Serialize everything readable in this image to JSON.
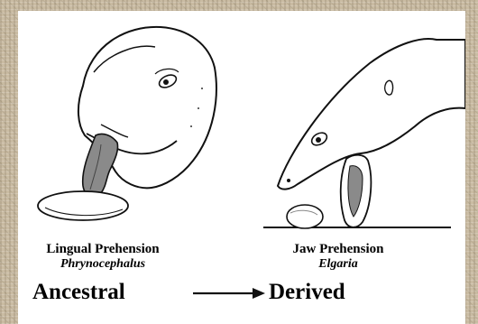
{
  "left_panel": {
    "title": "Lingual Prehension",
    "species": "Phrynocephalus"
  },
  "right_panel": {
    "title": "Jaw Prehension",
    "species": "Elgaria"
  },
  "evolution": {
    "from": "Ancestral",
    "to": "Derived"
  }
}
